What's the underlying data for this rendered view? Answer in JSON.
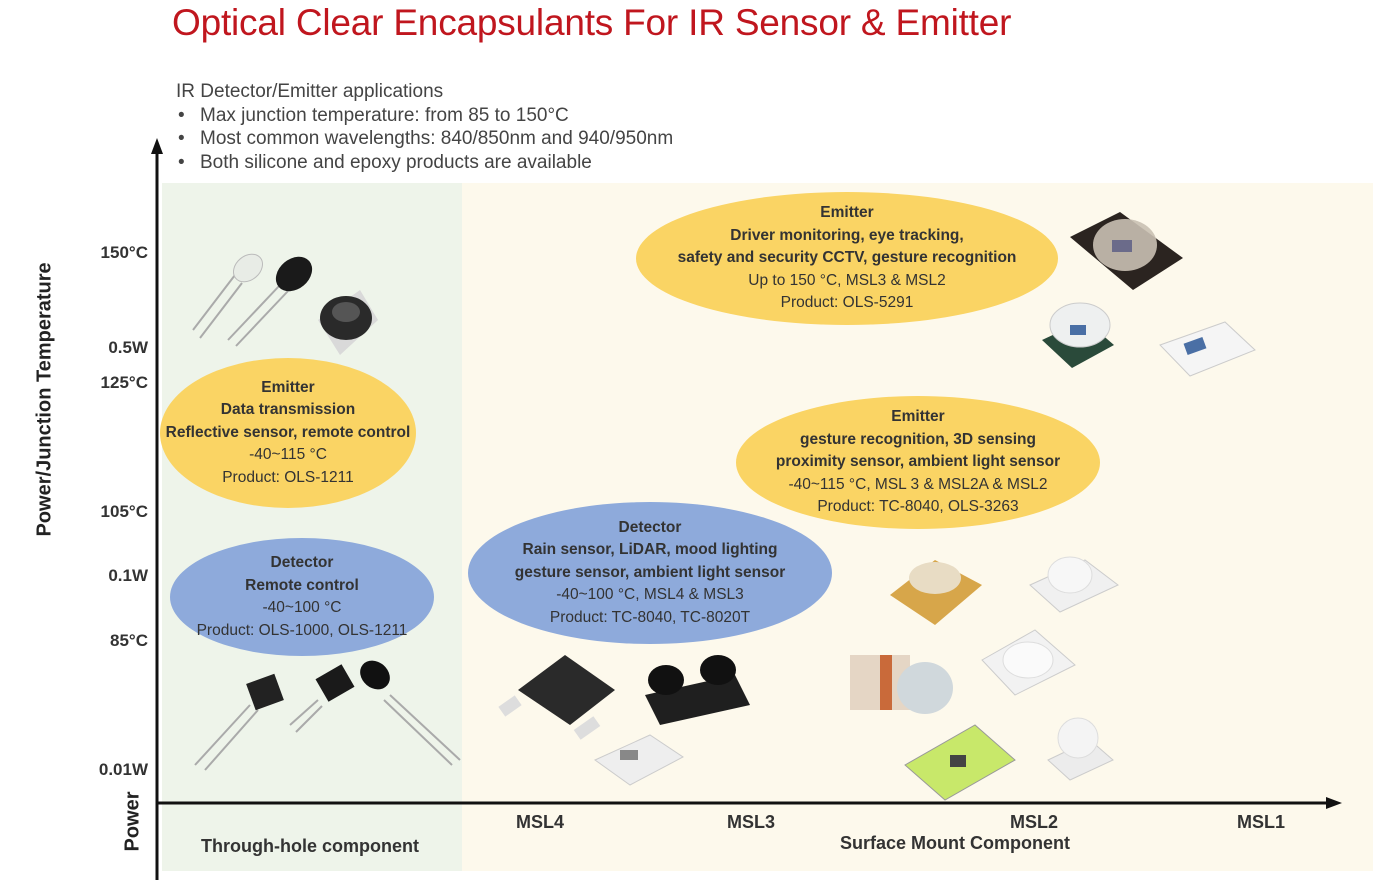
{
  "title": "Optical Clear Encapsulants For IR Sensor & Emitter",
  "intro": {
    "heading": "IR Detector/Emitter applications",
    "bullets": [
      "Max junction temperature: from 85 to 150°C",
      "Most common wavelengths: 840/850nm and 940/950nm",
      "Both silicone and epoxy products are available"
    ]
  },
  "y_axis": {
    "title": "Power/Junction Temperature",
    "power_title": "Power",
    "ticks": [
      "150°C",
      "0.5W",
      "125°C",
      "105°C",
      "0.1W",
      "85°C",
      "0.01W"
    ]
  },
  "x_axis": {
    "ticks": [
      "MSL4",
      "MSL3",
      "MSL2",
      "MSL1"
    ],
    "through_hole_label": "Through-hole component",
    "smd_label": "Surface Mount Component"
  },
  "colors": {
    "title": "#c0161e",
    "emitter": "#fad464",
    "detector": "#8eaadb",
    "through_hole_bg": "#eef4ea",
    "smd_bg": "#fdf9ec"
  },
  "bubbles": {
    "emitter_top": {
      "type": "Emitter",
      "app1": "Driver monitoring, eye tracking,",
      "app2": "safety and security CCTV, gesture recognition",
      "spec": "Up to 150 °C, MSL3 & MSL2",
      "product": "Product: OLS-5291"
    },
    "emitter_left": {
      "type": "Emitter",
      "app1": "Data transmission",
      "app2": "Reflective sensor, remote control",
      "spec": "-40~115 °C",
      "product": "Product: OLS-1211"
    },
    "emitter_right": {
      "type": "Emitter",
      "app1": "gesture recognition, 3D sensing",
      "app2": "proximity sensor, ambient light sensor",
      "spec": "-40~115 °C, MSL 3 & MSL2A & MSL2",
      "product": "Product: TC-8040, OLS-3263"
    },
    "detector_left": {
      "type": "Detector",
      "app1": "Remote control",
      "spec": "-40~100 °C",
      "product": "Product: OLS-1000, OLS-1211"
    },
    "detector_center": {
      "type": "Detector",
      "app1": "Rain sensor, LiDAR, mood lighting",
      "app2": "gesture sensor, ambient light sensor",
      "spec": "-40~100 °C, MSL4 & MSL3",
      "product": "Product: TC-8040, TC-8020T"
    }
  }
}
